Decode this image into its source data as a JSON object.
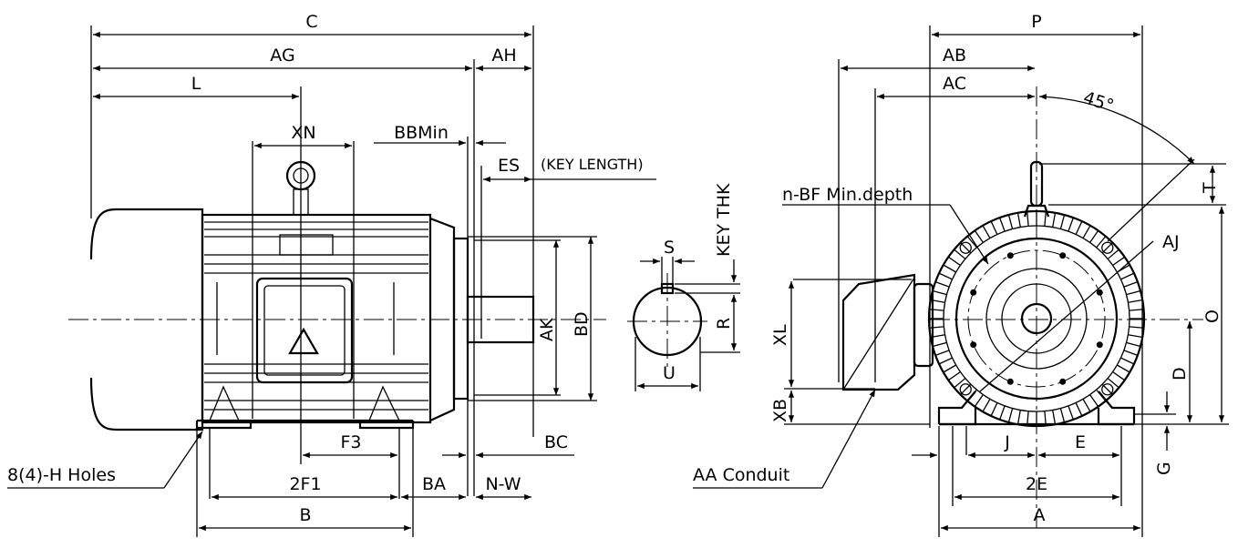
{
  "labels": {
    "C": "C",
    "AG": "AG",
    "AH": "AH",
    "L": "L",
    "XN": "XN",
    "BBMin": "BBMin",
    "ES": "ES",
    "key_length": "(KEY LENGTH)",
    "key_thk": "KEY THK",
    "S": "S",
    "R": "R",
    "U": "U",
    "AK": "AK",
    "BD": "BD",
    "BC": "BC",
    "BA": "BA",
    "NW": "N-W",
    "F3": "F3",
    "F1": "2F1",
    "B": "B",
    "holes": "8(4)-H Holes",
    "P": "P",
    "AB": "AB",
    "AC": "AC",
    "angle": "45°",
    "T": "T",
    "BF": "n-BF Min.depth",
    "AJ": "AJ",
    "O": "O",
    "XL": "XL",
    "XB": "XB",
    "D": "D",
    "J": "J",
    "E": "E",
    "G": "G",
    "E2": "2E",
    "A": "A",
    "conduit": "AA Conduit"
  }
}
